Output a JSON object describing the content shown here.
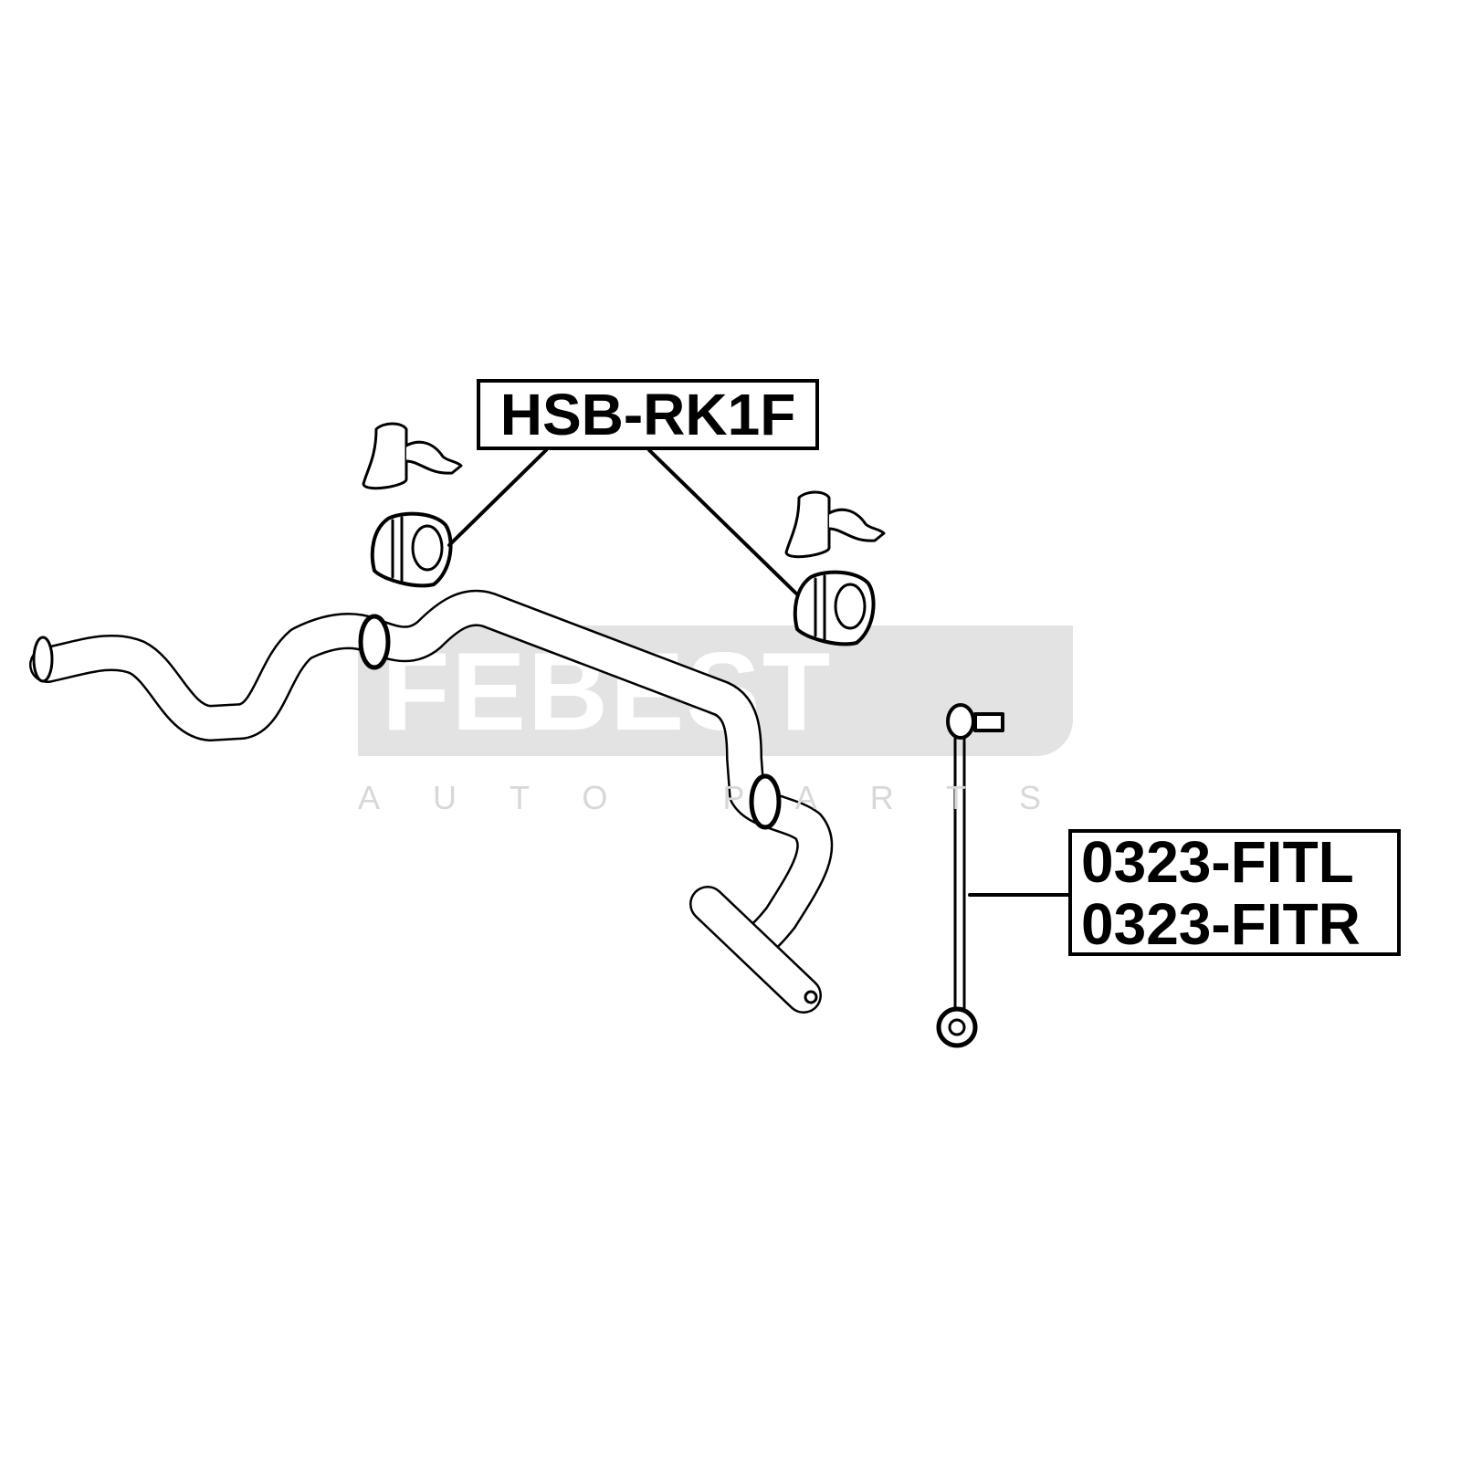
{
  "watermark": {
    "brand": "FEBEST",
    "tagline": "AUTO PARTS"
  },
  "parts": {
    "bushing_label": "HSB-RK1F",
    "link_labels": [
      "0323-FITL",
      "0323-FITR"
    ]
  },
  "colors": {
    "line": "#000000",
    "watermark_bg": "#e3e3e3"
  }
}
